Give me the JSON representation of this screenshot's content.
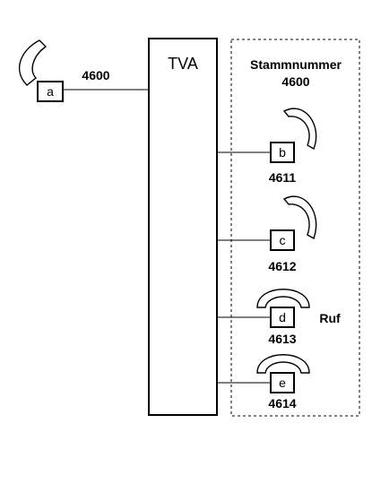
{
  "tva": {
    "label": "TVA"
  },
  "group": {
    "line1": "Stammnummer",
    "line2": "4600"
  },
  "external": {
    "letter": "a",
    "number": "4600"
  },
  "extensions": [
    {
      "letter": "b",
      "number": "4611"
    },
    {
      "letter": "c",
      "number": "4612"
    },
    {
      "letter": "d",
      "number": "4613",
      "note": "Ruf"
    },
    {
      "letter": "e",
      "number": "4614"
    }
  ],
  "colors": {
    "stroke": "#000000",
    "fill": "#ffffff"
  }
}
